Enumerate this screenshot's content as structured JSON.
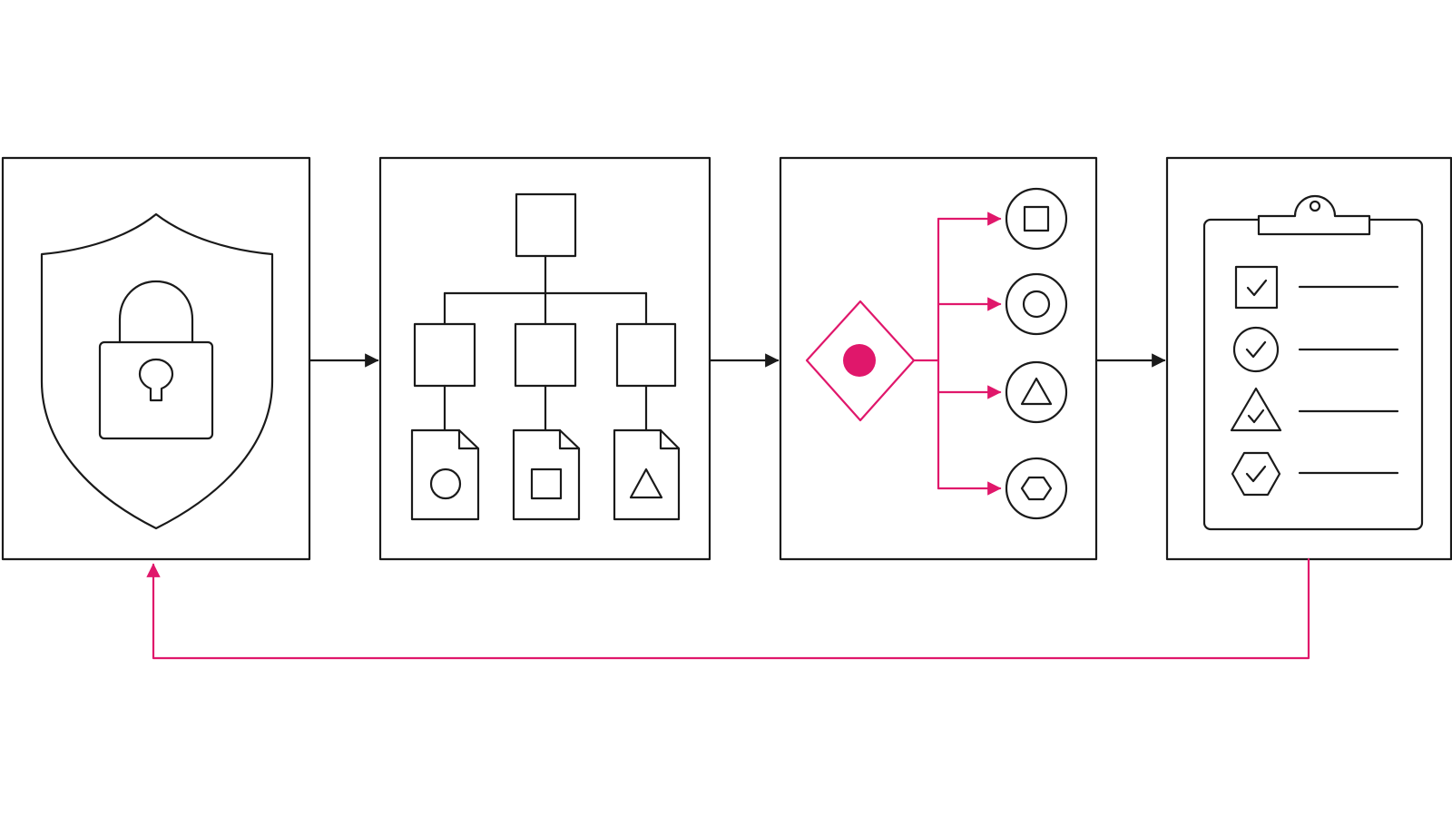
{
  "colors": {
    "ink": "#1a1a1a",
    "accent": "#e0176b",
    "background": "#ffffff"
  },
  "stages": [
    {
      "id": "secure",
      "icon": "shield-lock-icon"
    },
    {
      "id": "organize",
      "icon": "hierarchy-tree-icon"
    },
    {
      "id": "route",
      "icon": "decision-branch-icon"
    },
    {
      "id": "verify",
      "icon": "checklist-clipboard-icon"
    }
  ],
  "route_outputs": [
    "square-icon",
    "circle-icon",
    "triangle-icon",
    "hexagon-icon"
  ],
  "checklist_items": [
    "check-square-icon",
    "check-circle-icon",
    "check-triangle-icon",
    "check-hexagon-icon"
  ],
  "feedback_loop": {
    "from": "verify",
    "to": "secure"
  }
}
